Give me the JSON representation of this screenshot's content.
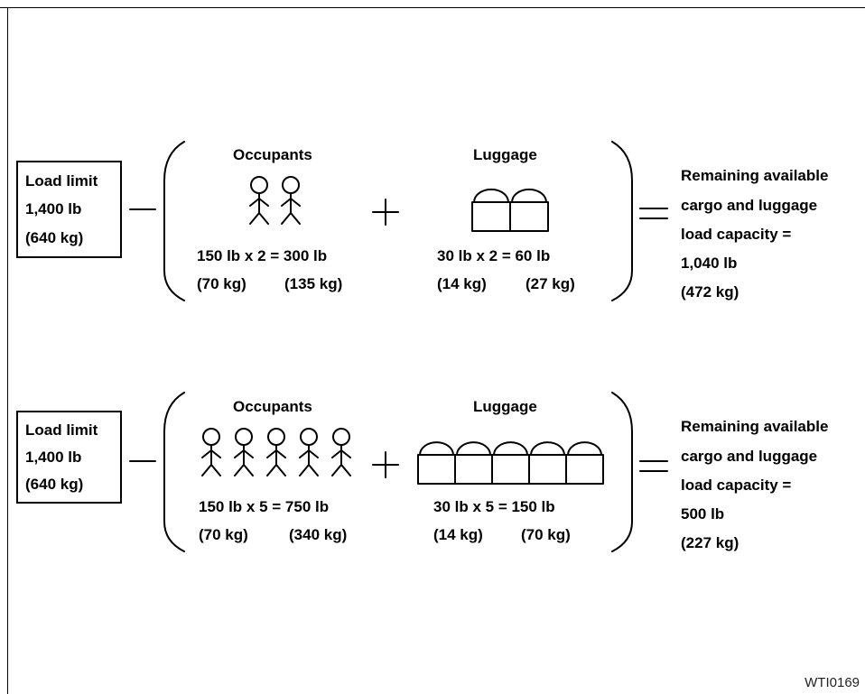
{
  "figure_code": "WTI0169",
  "examples": [
    {
      "load_limit": {
        "line1": "Load limit",
        "line2": "1,400 lb",
        "line3": "(640 kg)"
      },
      "minus_sign": "—",
      "occupants": {
        "heading": "Occupants",
        "count": 2,
        "calc": "150 lb x 2 = 300 lb",
        "kg_each": "(70 kg)",
        "kg_total": "(135 kg)"
      },
      "plus_sign": "+",
      "luggage": {
        "heading": "Luggage",
        "count": 2,
        "calc": "30 lb x 2 = 60 lb",
        "kg_each": "(14 kg)",
        "kg_total": "(27 kg)"
      },
      "equals_sign": "=",
      "result": {
        "line1": "Remaining available",
        "line2": "cargo and luggage",
        "line3": "load capacity =",
        "line4": "1,040 lb",
        "line5": "(472 kg)"
      }
    },
    {
      "load_limit": {
        "line1": "Load limit",
        "line2": "1,400 lb",
        "line3": "(640 kg)"
      },
      "minus_sign": "—",
      "occupants": {
        "heading": "Occupants",
        "count": 5,
        "calc": "150 lb x 5 = 750 lb",
        "kg_each": "(70 kg)",
        "kg_total": "(340 kg)"
      },
      "plus_sign": "+",
      "luggage": {
        "heading": "Luggage",
        "count": 5,
        "calc": "30 lb x 5 = 150 lb",
        "kg_each": "(14 kg)",
        "kg_total": "(70 kg)"
      },
      "equals_sign": "=",
      "result": {
        "line1": "Remaining available",
        "line2": "cargo and luggage",
        "line3": "load capacity =",
        "line4": "500 lb",
        "line5": "(227 kg)"
      }
    }
  ]
}
